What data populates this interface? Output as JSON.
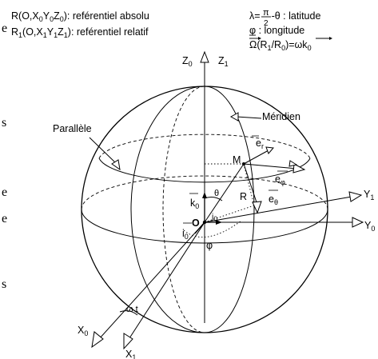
{
  "header": {
    "ref_abs_R": "R(O,X",
    "ref_abs_sub0a": "0",
    "ref_abs_Y": "Y",
    "ref_abs_sub0b": "0",
    "ref_abs_Z": "Z",
    "ref_abs_sub0c": "0",
    "ref_abs_tail": "): reférentiel absolu",
    "ref_rel_R": "R",
    "ref_rel_sub1a": "1",
    "ref_rel_mid": "(O,X",
    "ref_rel_sub1b": "1",
    "ref_rel_Y": "Y",
    "ref_rel_sub1c": "1",
    "ref_rel_Z": "Z",
    "ref_rel_sub1d": "1",
    "ref_rel_tail": "): reférentiel relatif"
  },
  "formulas": {
    "lambda_prefix": "λ=",
    "pi": "π",
    "two": "2",
    "lambda_suffix": "-θ : latitude",
    "phi_line": "φ : longitude",
    "omega_text": "Ω(R",
    "omega_sub1": "1",
    "omega_slash": "/R",
    "omega_sub0": "0",
    "omega_eq": ")=ωk",
    "omega_sub0b": "0"
  },
  "labels": {
    "meridien": "Méridien",
    "parallele": "Parallèle",
    "M": "M",
    "O": "O",
    "R": "R",
    "theta": "θ",
    "phi": "φ",
    "omega_t": "ω t",
    "e_r": "e",
    "e_r_sub": "r",
    "e_phi": "e",
    "e_phi_sub": "φ",
    "e_theta": "e",
    "e_theta_sub": "θ",
    "k0": "k",
    "k0_sub": "0",
    "i0": "i",
    "i0_sub": "0",
    "j0": "j",
    "j0_sub": "0"
  },
  "axes": {
    "Z0": "Z",
    "Z0_sub": "0",
    "Z1": "Z",
    "Z1_sub": "1",
    "Y1": "Y",
    "Y1_sub": "1",
    "Y0": "Y",
    "Y0_sub": "0",
    "X0": "X",
    "X0_sub": "0",
    "X1": "X",
    "X1_sub": "1"
  },
  "margin_glyphs": [
    "e",
    "s",
    "e",
    "e",
    "s"
  ]
}
